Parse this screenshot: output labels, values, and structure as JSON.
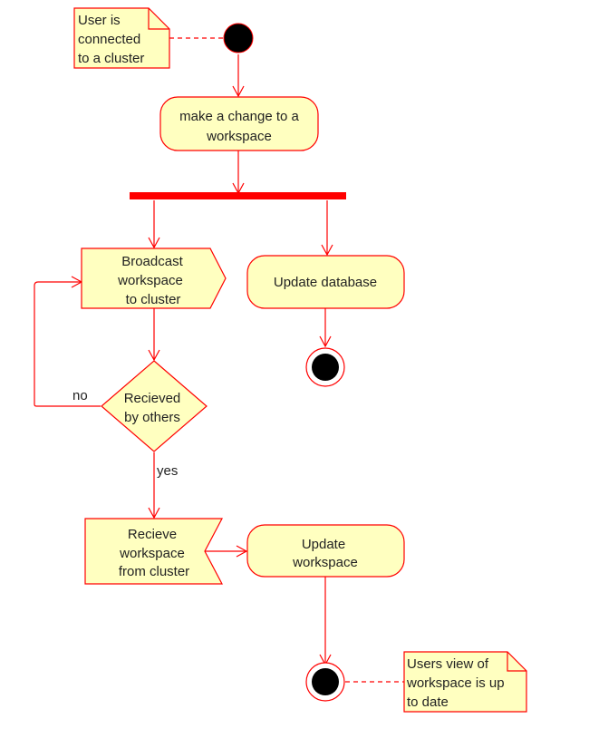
{
  "colors": {
    "stroke": "#ff0000",
    "fill": "#ffffc0",
    "node": "#000000"
  },
  "notes": {
    "connected": [
      "User is",
      "connected",
      "to a cluster"
    ],
    "uptodate": [
      "Users view of",
      "workspace is up",
      "to date"
    ]
  },
  "actions": {
    "change": [
      "make a change to a",
      "workspace"
    ],
    "broadcast": [
      "Broadcast",
      "workspace",
      "to cluster"
    ],
    "update_db": [
      "Update database"
    ],
    "receive": [
      "Recieve",
      "workspace",
      "from cluster"
    ],
    "update_ws": [
      "Update",
      "workspace"
    ]
  },
  "decision": [
    "Recieved",
    "by others"
  ],
  "edge_labels": {
    "no": "no",
    "yes": "yes"
  }
}
